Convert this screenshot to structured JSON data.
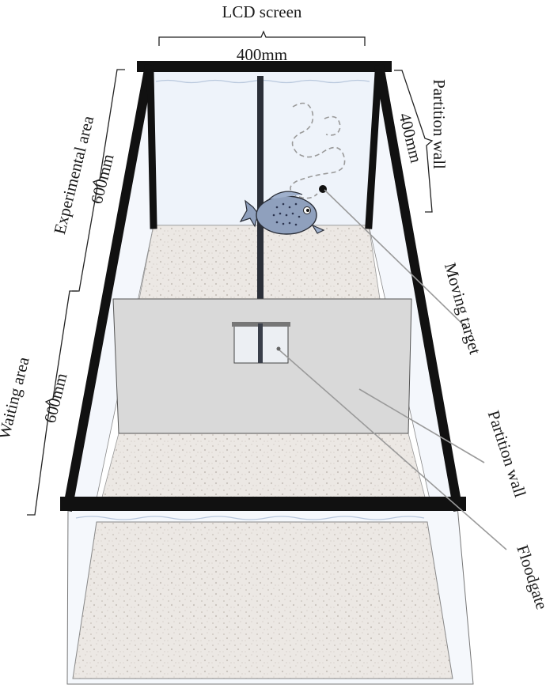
{
  "labels": {
    "lcd_screen": "LCD screen",
    "lcd_width": "400mm",
    "experimental_area": "Experimental area",
    "experimental_length": "600mm",
    "waiting_area": "Waiting area",
    "waiting_length": "600mm",
    "partition_wall_top": "Partition wall",
    "partition_wall_top_width": "400mm",
    "moving_target": "Moving target",
    "partition_wall_mid": "Partition wall",
    "floodgate": "Floodgate"
  },
  "colors": {
    "frame": "#111111",
    "glass": "#eef3fa",
    "gravel": "#ece8e4",
    "partition": "#d9d9d9",
    "fish": "#8fa0bd",
    "leader_line": "#9a9a9a"
  }
}
